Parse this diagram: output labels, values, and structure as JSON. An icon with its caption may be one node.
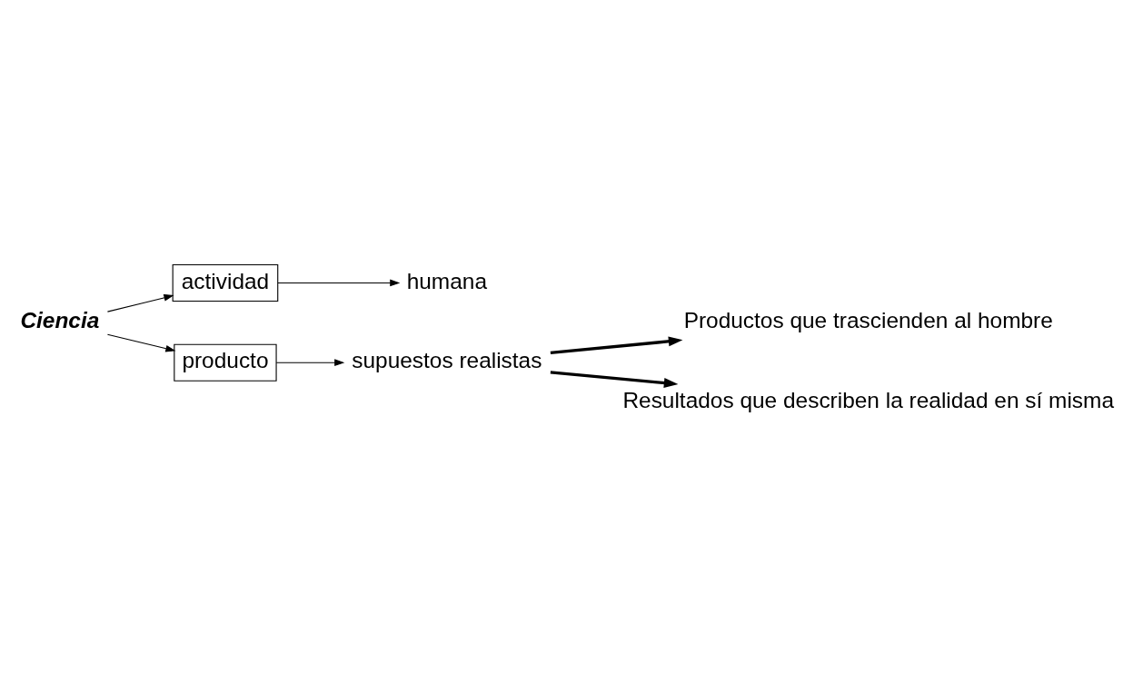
{
  "diagram": {
    "nodes": [
      {
        "text": [
          "Ciencia"
        ]
      },
      {
        "text": [
          "actividad"
        ]
      },
      {
        "text": [
          "humana"
        ]
      },
      {
        "text": [
          "producto"
        ]
      },
      {
        "text": [
          "supuestos realistas"
        ]
      },
      {
        "text": [
          "Productos que trascienden al hombre"
        ]
      },
      {
        "text": [
          "Resultados que describen la realidad en sí misma"
        ]
      }
    ],
    "edges": [
      {
        "from": 0,
        "to": 1,
        "arrow": "to"
      },
      {
        "from": 0,
        "to": 3,
        "arrow": "to"
      },
      {
        "from": 1,
        "to": 2,
        "arrow": "to"
      },
      {
        "from": 3,
        "to": 4,
        "arrow": "to"
      },
      {
        "from": 4,
        "to": 5,
        "arrow": "to",
        "style": "thick"
      },
      {
        "from": 4,
        "to": 6,
        "arrow": "to",
        "style": "thick"
      }
    ]
  }
}
